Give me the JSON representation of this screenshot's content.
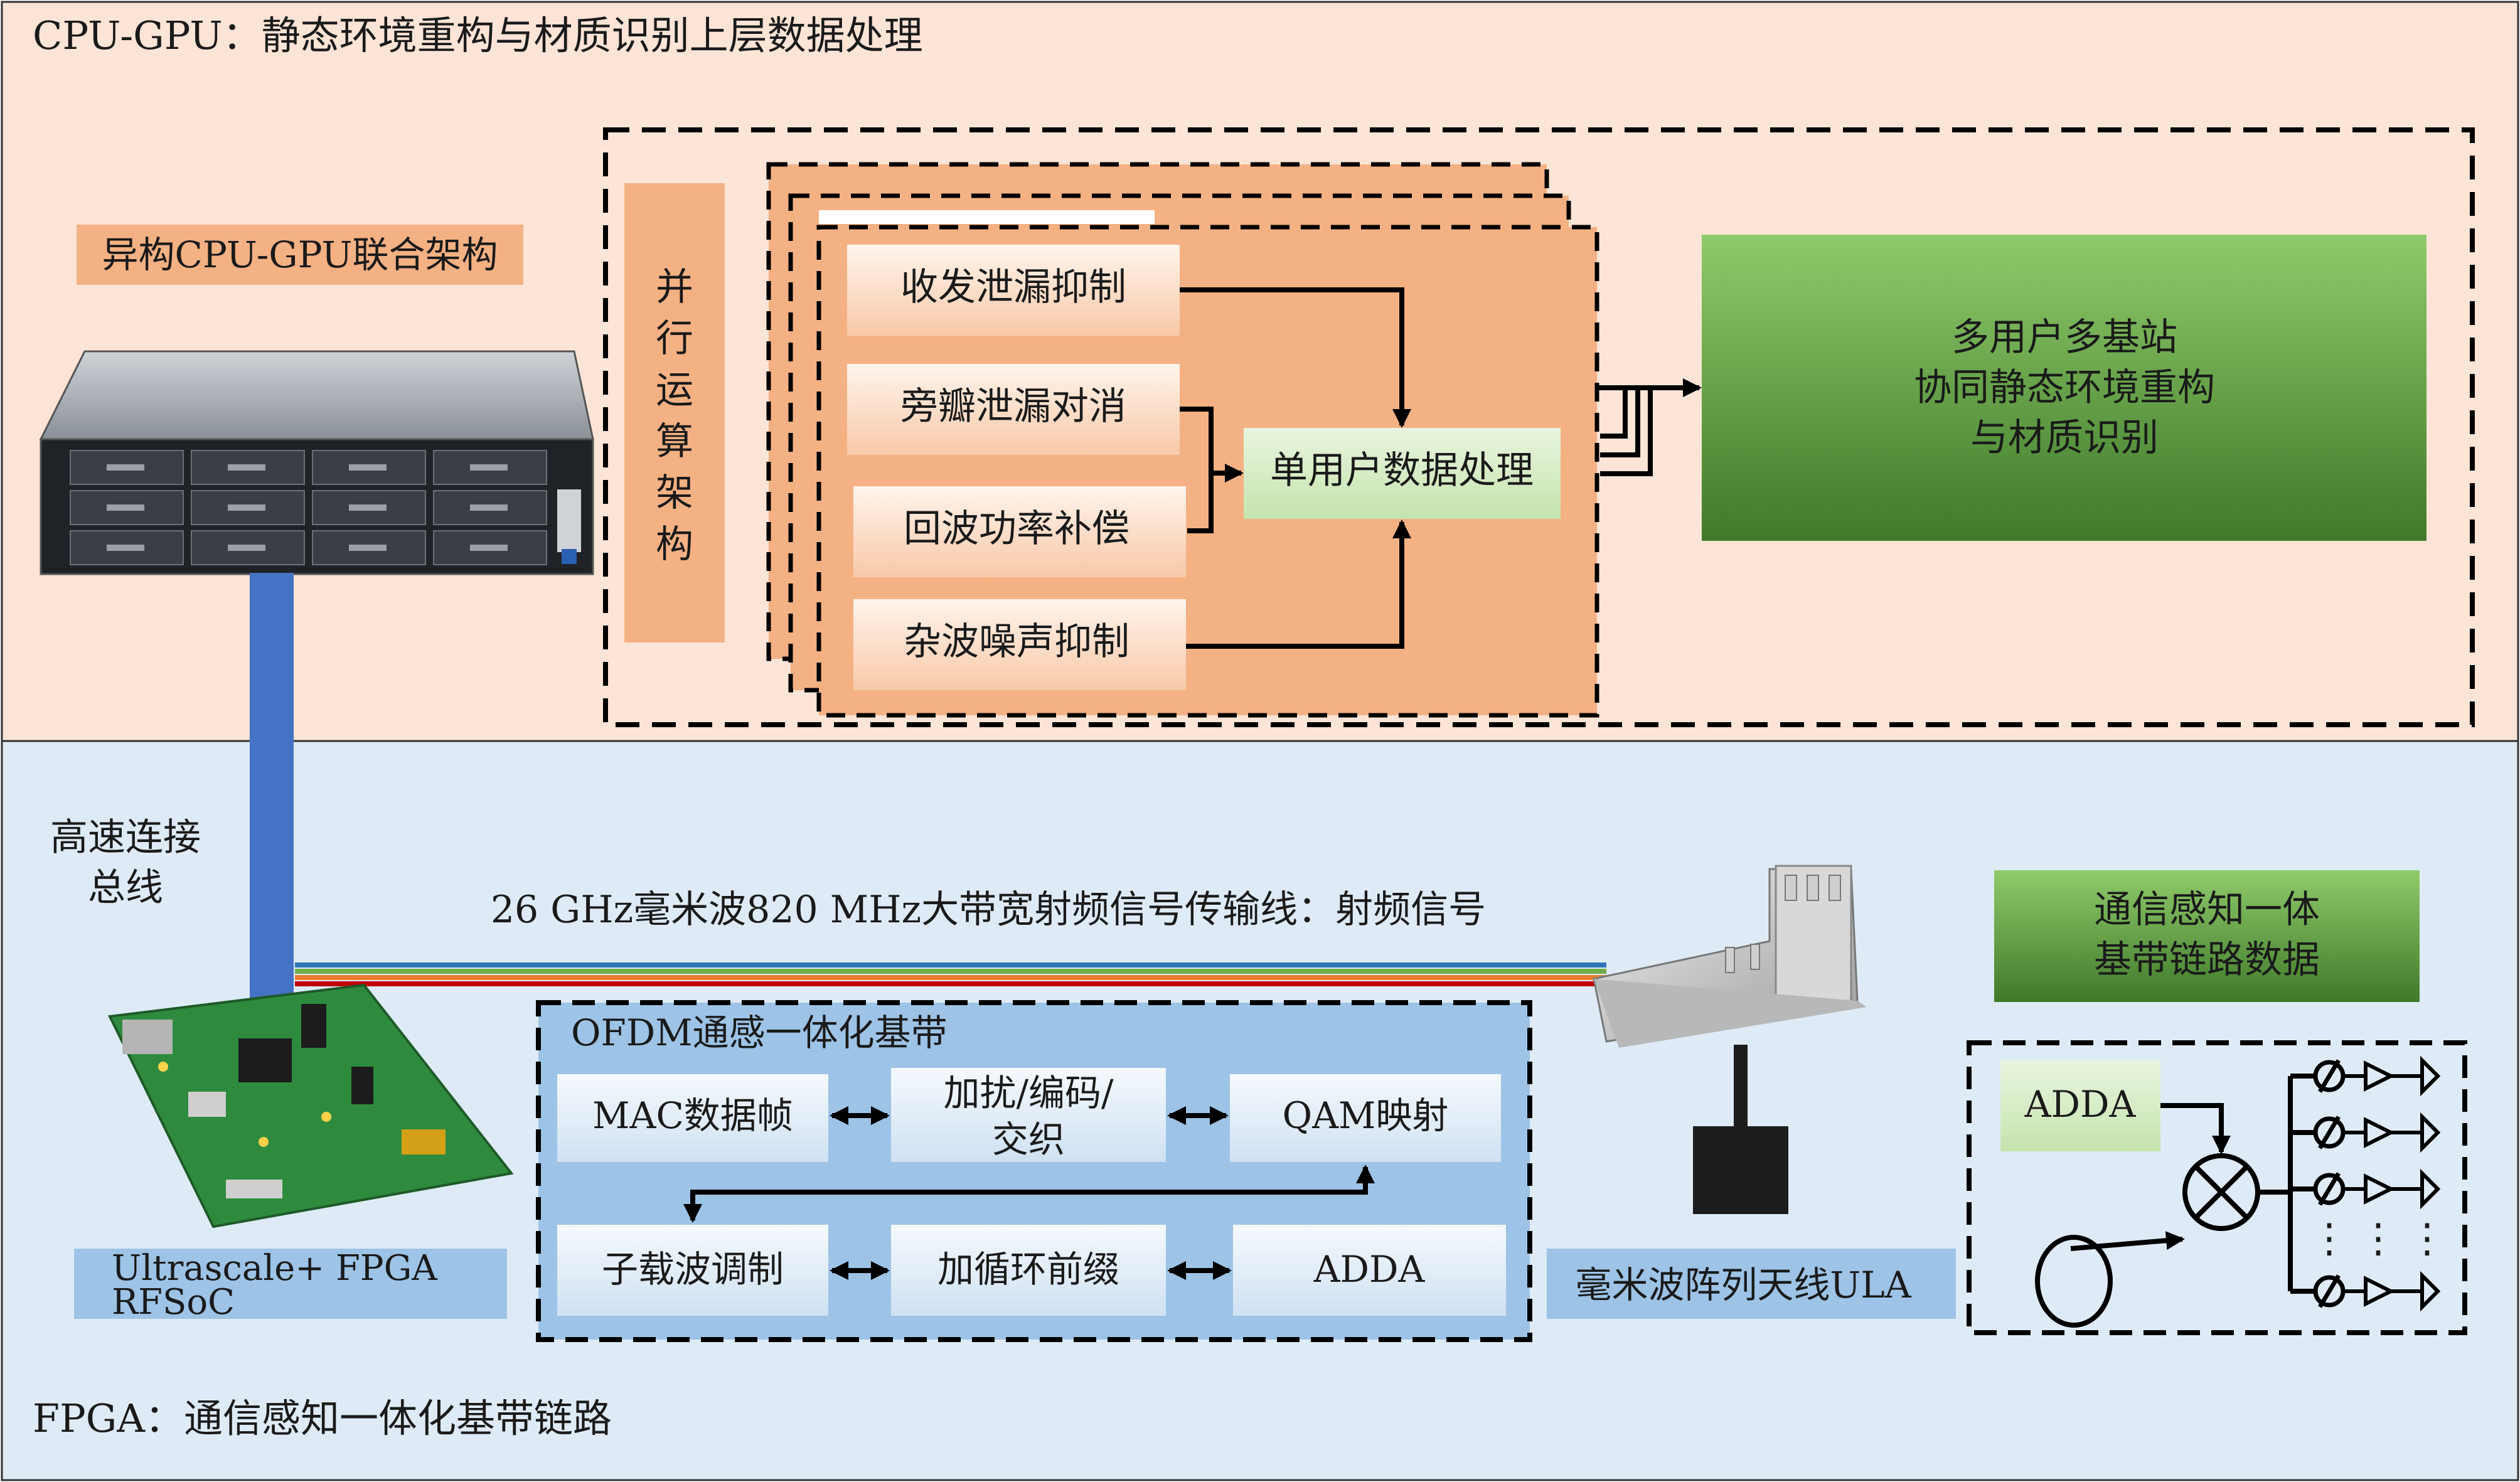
{
  "colors": {
    "cpu_bg": "#fce4d6",
    "fpga_bg": "#deebf7",
    "orange_block": "#f4b183",
    "green_dark": "#548235",
    "green_light": "#a9d18e",
    "blue_block": "#9dc3e6",
    "bus_blue": "#4472c4",
    "rf_lines": [
      "#2e75b6",
      "#70ad47",
      "#ed7d31",
      "#c00000"
    ]
  },
  "cpu_section": {
    "title": "CPU-GPU：静态环境重构与材质识别上层数据处理",
    "platform_label": "异构CPU-GPU联合架构",
    "parallel_label": [
      "并",
      "行",
      "运",
      "算",
      "架",
      "构"
    ],
    "blocks": {
      "tx_leak": "收发泄漏抑制",
      "side_leak": "旁瓣泄漏对消",
      "echo_comp": "回波功率补偿",
      "clutter": "杂波噪声抑制",
      "single_user": "单用户数据处理"
    },
    "output_lines": [
      "多用户多基站",
      "协同静态环境重构",
      "与材质识别"
    ]
  },
  "bus_label": [
    "高速连接",
    "总线"
  ],
  "rf_label": "26 GHz毫米波820 MHz大带宽射频信号传输线：射频信号",
  "fpga_section": {
    "title": "FPGA：通信感知一体化基带链路",
    "board_label": [
      "Ultrascale+ FPGA",
      "RFSoC"
    ],
    "ofdm": {
      "title": "OFDM通感一体化基带",
      "mac": "MAC数据帧",
      "scramble": [
        "加扰/编码/",
        "交织"
      ],
      "qam": "QAM映射",
      "subcarrier": "子载波调制",
      "cp": "加循环前缀",
      "adda": "ADDA"
    },
    "antenna_label": "毫米波阵列天线ULA",
    "baseband_data": [
      "通信感知一体",
      "基带链路数据"
    ],
    "rf_chain": {
      "adda": "ADDA",
      "dots": "⋮"
    }
  },
  "icons": [
    "server-icon",
    "fpga-board-icon",
    "antenna-array-icon",
    "mixer-icon",
    "oscillator-icon",
    "phase-shifter-icon",
    "amplifier-icon"
  ]
}
